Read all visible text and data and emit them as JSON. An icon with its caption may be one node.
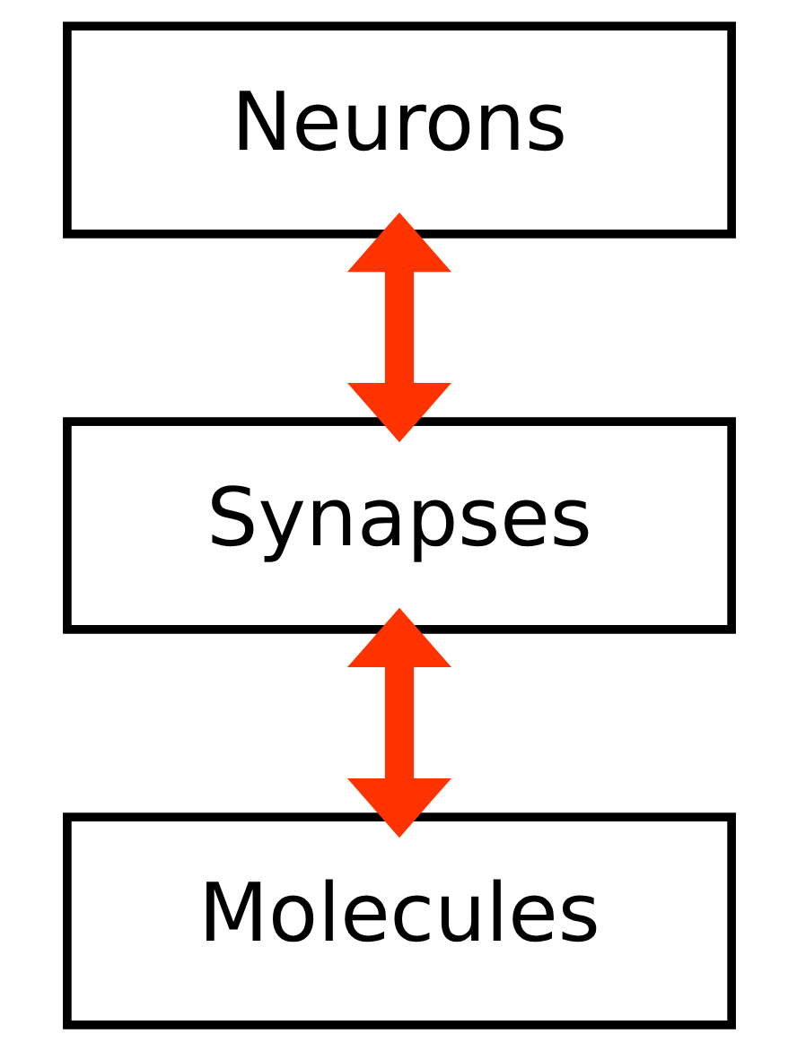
{
  "diagram": {
    "nodes": [
      {
        "text": [
          "Neurons"
        ]
      },
      {
        "text": [
          "Synapses"
        ]
      },
      {
        "text": [
          "Molecules"
        ]
      }
    ],
    "edges": [
      {
        "from": 0,
        "to": 1,
        "arrow": "both",
        "color": "#ff3300"
      },
      {
        "from": 1,
        "to": 2,
        "arrow": "both",
        "color": "#ff3300"
      }
    ]
  }
}
